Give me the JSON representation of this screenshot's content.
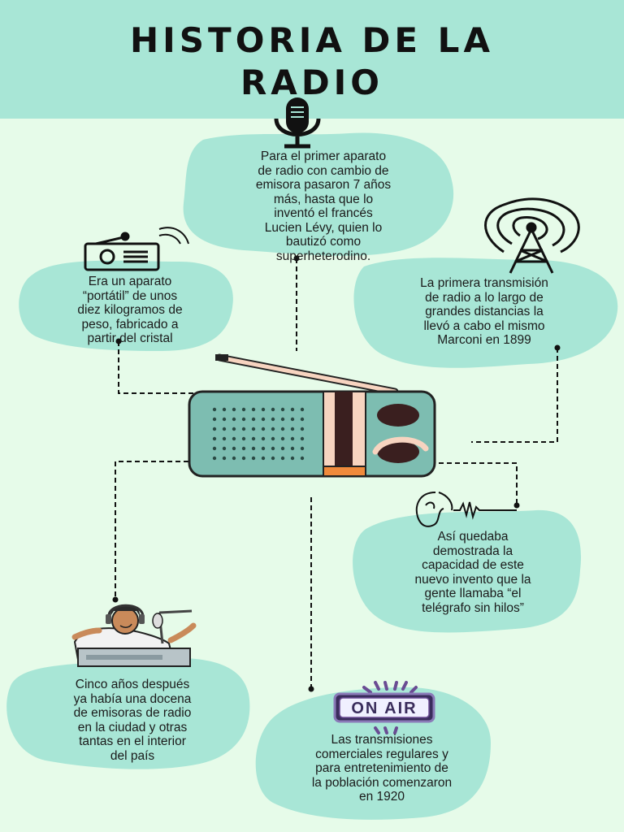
{
  "title": {
    "line1": "HISTORIA DE LA",
    "line2": "RADIO"
  },
  "blocks": {
    "superheterodino": [
      "Para el primer aparato",
      "de radio con cambio de",
      "emisora pasaron 7 años",
      "más, hasta que lo",
      "inventó el francés",
      "Lucien Lévy, quien lo",
      "bautizó como",
      "superheterodino."
    ],
    "portatil": [
      "Era un aparato",
      "“portátil” de unos",
      "diez kilogramos de",
      "peso, fabricado a",
      "partir del cristal"
    ],
    "marconi": [
      "La primera transmisión",
      "de radio a lo largo de",
      "grandes distancias la",
      "llevó a cabo el mismo",
      "Marconi en 1899"
    ],
    "telegrafo": [
      "Así quedaba",
      "demostrada la",
      "capacidad de este",
      "nuevo invento que la",
      "gente llamaba “el",
      "telégrafo sin hilos”"
    ],
    "emisoras": [
      "Cinco años después",
      "ya había una docena",
      "de emisoras de radio",
      "en la ciudad y otras",
      "tantas en el interior",
      "del país"
    ],
    "comerciales": [
      "Las transmisiones",
      "comerciales regulares y",
      "para entretenimiento de",
      "la población comenzaron",
      "en 1920"
    ]
  },
  "on_air_sign": "ON AIR",
  "colors": {
    "header": "#a8e6d6",
    "background": "#e6fbe9",
    "blob": "#a8e6d6",
    "radio_body": "#7dbdb1",
    "radio_accent": "#f08a3c",
    "antenna": "#f7d4c0"
  },
  "icons": [
    "microphone-icon",
    "radio-icon",
    "broadcast-tower-icon",
    "ear-icon",
    "radio-host-icon",
    "on-air-sign-icon",
    "vintage-radio-icon"
  ]
}
